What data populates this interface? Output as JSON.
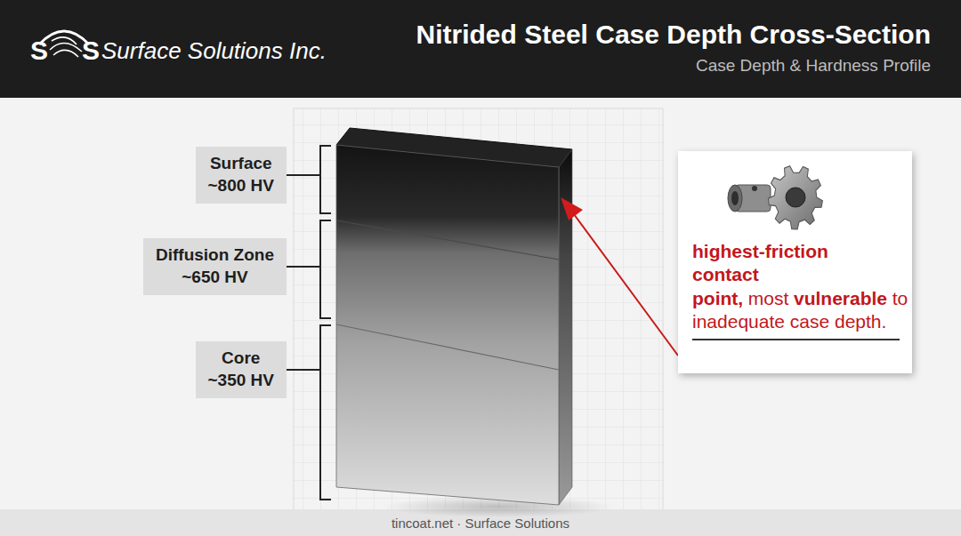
{
  "diagram": {
    "title": "Nitrided Steel Case Depth Cross-Section",
    "nodes": [
      {
        "text": [
          "Surface",
          "~800 HV"
        ]
      },
      {
        "text": [
          "Diffusion Zone",
          "~650 HV"
        ]
      },
      {
        "text": [
          "Core",
          "~350 HV"
        ]
      },
      {
        "text": [
          "highest-friction contact point,",
          "most",
          "vulnerable",
          "to inadequate case depth."
        ]
      }
    ],
    "labels": [
      "S",
      "S",
      "Surface Solutions Inc.",
      "Case Depth & Hardness Profile",
      "tincoat.net · Surface Solutions"
    ]
  }
}
